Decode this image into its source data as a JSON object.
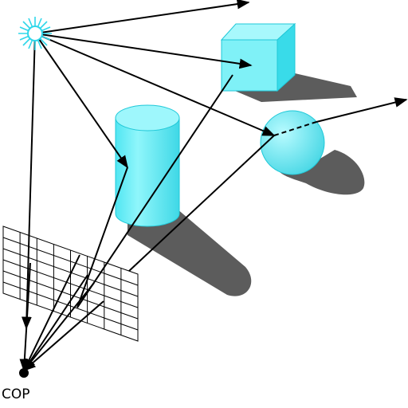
{
  "diagram": {
    "labels": {
      "cop": "COP"
    },
    "colors": {
      "background": "#ffffff",
      "object_fill": "#7ff1f7",
      "object_side": "#39dbe9",
      "object_stroke": "#1fc8d8",
      "shadow": "#5c5c5c",
      "ray": "#000000",
      "light_fill": "#ffffff",
      "light_rays": "#2fd7ea"
    },
    "elements": [
      "light-source",
      "cube",
      "cylinder",
      "sphere",
      "image-plane-grid",
      "center-of-projection",
      "rays"
    ]
  }
}
